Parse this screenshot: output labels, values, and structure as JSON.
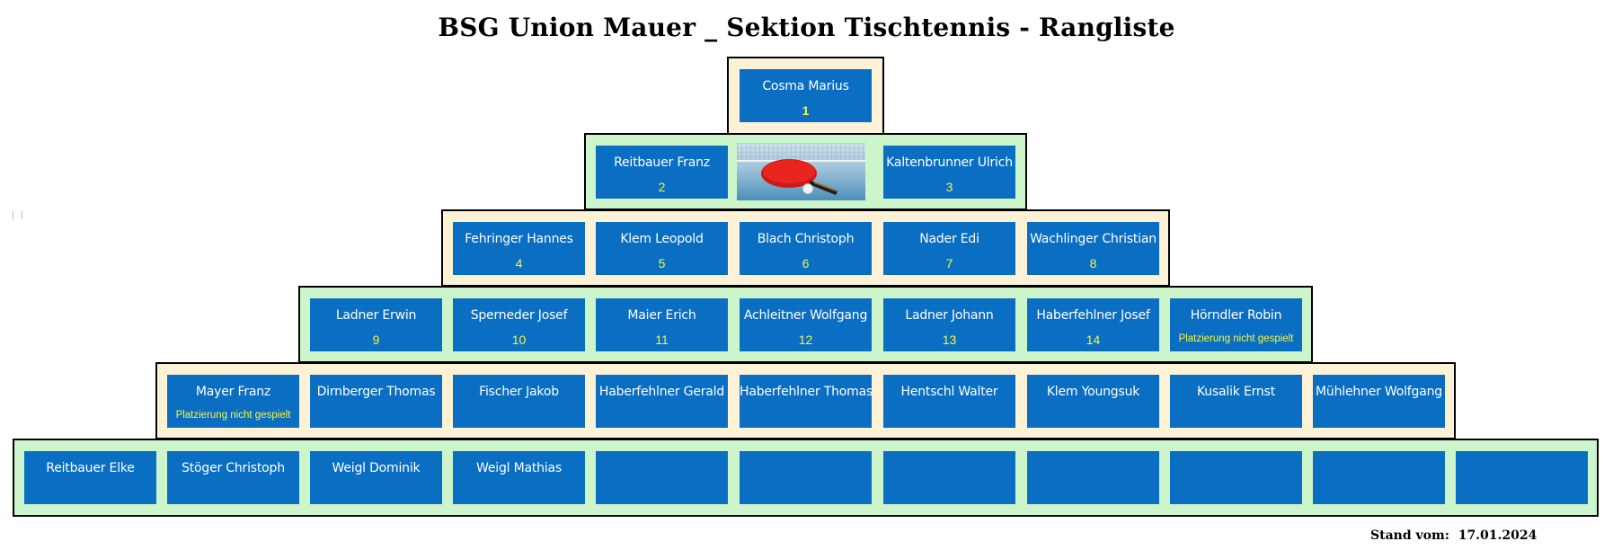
{
  "title": "BSG Union Mauer _ Sektion Tischtennis - Rangliste",
  "stand_label": "Stand vom:",
  "stand_date": "17.01.2024",
  "colors": {
    "cell": "#0a6ec2",
    "rank": "#f5f542",
    "tier_cream": "#fdf1d6",
    "tier_green": "#ccf5cc"
  },
  "icons": {
    "logo": "table-tennis-paddle-image"
  },
  "rows": [
    {
      "cells": [
        {
          "name": "Cosma Marius",
          "rank": "1"
        }
      ]
    },
    {
      "cells": [
        {
          "name": "Reitbauer Franz",
          "rank": "2"
        },
        {
          "name": "Kaltenbrunner Ulrich",
          "rank": "3"
        }
      ]
    },
    {
      "cells": [
        {
          "name": "Fehringer Hannes",
          "rank": "4"
        },
        {
          "name": "Klem Leopold",
          "rank": "5"
        },
        {
          "name": "Blach Christoph",
          "rank": "6"
        },
        {
          "name": "Nader Edi",
          "rank": "7"
        },
        {
          "name": "Wachlinger Christian",
          "rank": "8"
        }
      ]
    },
    {
      "cells": [
        {
          "name": "Ladner Erwin",
          "rank": "9"
        },
        {
          "name": "Sperneder Josef",
          "rank": "10"
        },
        {
          "name": "Maier Erich",
          "rank": "11"
        },
        {
          "name": "Achleitner Wolfgang",
          "rank": "12"
        },
        {
          "name": "Ladner Johann",
          "rank": "13"
        },
        {
          "name": "Haberfehlner Josef",
          "rank": "14"
        },
        {
          "name": "Hörndler Robin",
          "rank": "Platzierung nicht gespielt"
        }
      ]
    },
    {
      "cells": [
        {
          "name": "Mayer Franz",
          "rank": "Platzierung nicht gespielt"
        },
        {
          "name": "Dirnberger Thomas",
          "rank": ""
        },
        {
          "name": "Fischer Jakob",
          "rank": ""
        },
        {
          "name": "Haberfehlner Gerald",
          "rank": ""
        },
        {
          "name": "Haberfehlner Thomas",
          "rank": ""
        },
        {
          "name": "Hentschl Walter",
          "rank": ""
        },
        {
          "name": "Klem Youngsuk",
          "rank": ""
        },
        {
          "name": "Kusalik Ernst",
          "rank": ""
        },
        {
          "name": "Mühlehner Wolfgang",
          "rank": ""
        }
      ]
    },
    {
      "cells": [
        {
          "name": "Reitbauer Elke",
          "rank": ""
        },
        {
          "name": "Stöger Christoph",
          "rank": ""
        },
        {
          "name": "Weigl Dominik",
          "rank": ""
        },
        {
          "name": "Weigl Mathias",
          "rank": ""
        },
        {
          "name": "",
          "rank": ""
        },
        {
          "name": "",
          "rank": ""
        },
        {
          "name": "",
          "rank": ""
        },
        {
          "name": "",
          "rank": ""
        },
        {
          "name": "",
          "rank": ""
        },
        {
          "name": "",
          "rank": ""
        },
        {
          "name": "",
          "rank": ""
        }
      ]
    }
  ]
}
